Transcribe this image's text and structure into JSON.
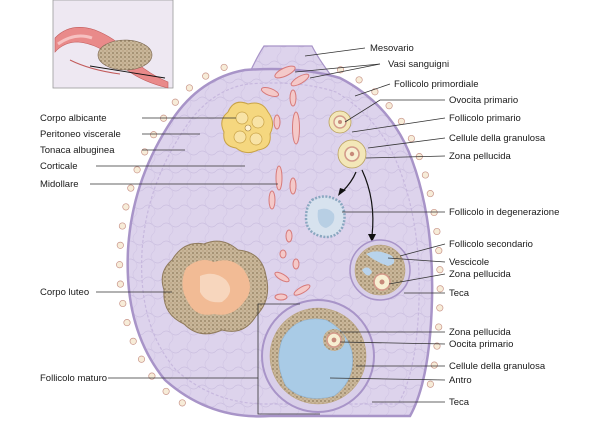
{
  "diagram": {
    "labels_right": [
      {
        "id": "mesovario",
        "text": "Mesovario"
      },
      {
        "id": "vasi-sanguigni",
        "text": "Vasi sanguigni"
      },
      {
        "id": "follicolo-primordiale",
        "text": "Follicolo primordiale"
      },
      {
        "id": "ovocita-primario",
        "text": "Ovocita primario"
      },
      {
        "id": "follicolo-primario",
        "text": "Follicolo primario"
      },
      {
        "id": "cellule-granulosa-1",
        "text": "Cellule della granulosa"
      },
      {
        "id": "zona-pellucida-1",
        "text": "Zona pellucida"
      },
      {
        "id": "follicolo-degenerazione",
        "text": "Follicolo in degenerazione"
      },
      {
        "id": "follicolo-secondario",
        "text": "Follicolo secondario"
      },
      {
        "id": "vescicole",
        "text": "Vescicole"
      },
      {
        "id": "zona-pellucida-2",
        "text": "Zona pellucida"
      },
      {
        "id": "teca-1",
        "text": "Teca"
      },
      {
        "id": "zona-pellucida-3",
        "text": "Zona pellucida"
      },
      {
        "id": "oocita-primario",
        "text": "Oocita primario"
      },
      {
        "id": "cellule-granulosa-2",
        "text": "Cellule della granulosa"
      },
      {
        "id": "antro",
        "text": "Antro"
      },
      {
        "id": "teca-2",
        "text": "Teca"
      }
    ],
    "labels_left": [
      {
        "id": "corpo-albicante",
        "text": "Corpo albicante"
      },
      {
        "id": "peritoneo-viscerale",
        "text": "Peritoneo viscerale"
      },
      {
        "id": "tonaca-albuginea",
        "text": "Tonaca albuginea"
      },
      {
        "id": "corticale",
        "text": "Corticale"
      },
      {
        "id": "midollare",
        "text": "Midollare"
      },
      {
        "id": "corpo-luteo",
        "text": "Corpo luteo"
      },
      {
        "id": "follicolo-maturo",
        "text": "Follicolo maturo"
      }
    ],
    "colors": {
      "ovary_fill": "#ddd3ec",
      "cortex_border": "#a894c8",
      "vessel": "#e79a9a",
      "corpus_albicans": "#f2d27a",
      "corpus_luteum": "#f4c3a0",
      "antrum": "#a9cbe6",
      "leader": "#333333"
    }
  }
}
